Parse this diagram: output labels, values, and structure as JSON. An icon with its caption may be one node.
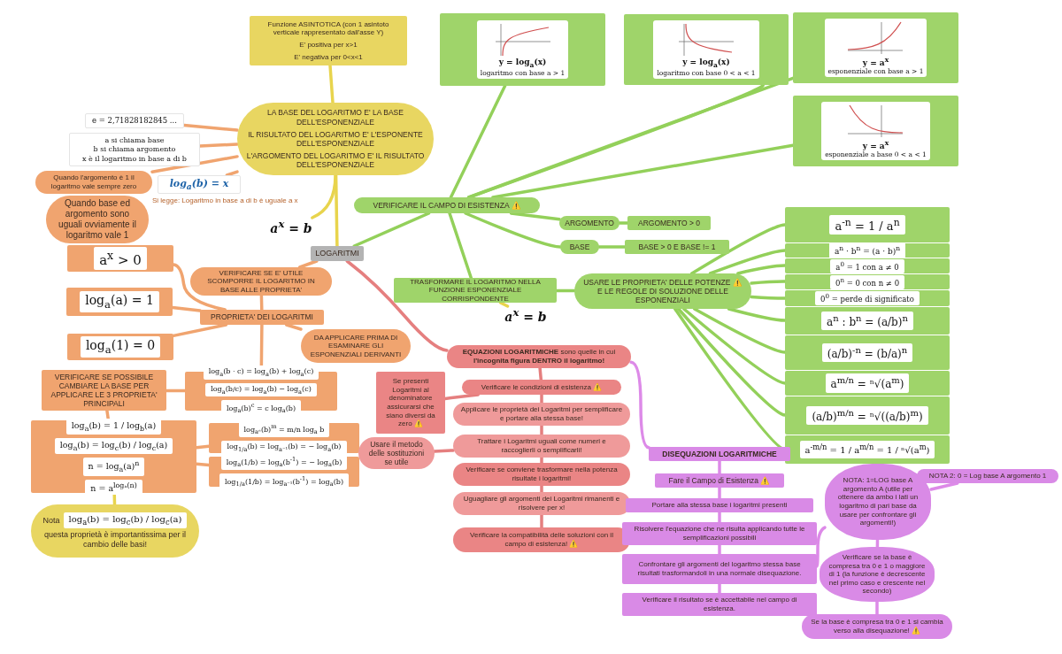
{
  "diagram": {
    "nodes": [
      {
        "text": [
          "Funzione ASINTOTICA (con 1 asintoto verticale rappresentato dall'asse Y)",
          "E' positiva per x>1",
          "E' negativa per 0<x<1"
        ]
      },
      {
        "text": [
          "LA BASE DEL LOGARITMO E' LA BASE DELL'ESPONENZIALE",
          "IL RISULTATO DEL LOGARITMO E' L'ESPONENTE DELL'ESPONENZIALE",
          "L'ARGOMENTO DEL LOGARITMO E' IL RISULTATO DELL'ESPONENZIALE"
        ]
      },
      {
        "text": [
          "e = 2,71828182845 ..."
        ]
      },
      {
        "text": [
          "a si chiama base",
          "b si chiama argomento",
          "x è il logaritmo in base a di b"
        ]
      },
      {
        "text": [
          "Quando l'argomento è 1 il logaritmo vale sempre zero"
        ]
      },
      {
        "text": [
          "Quando base ed argomento sono uguali ovviamente il logaritmo vale 1"
        ]
      },
      {
        "text": [
          "log$_{a}$(b) = x"
        ],
        "beside": [
          "Si legge: Logaritmo in base a di b è uguale a x"
        ]
      },
      {
        "text": [
          "a$^{x}$ = b"
        ]
      },
      {
        "text": [
          "LOGARITMI"
        ]
      },
      {
        "text": [
          "VERIFICARE SE E' UTILE SCOMPORRE IL LOGARITMO IN BASE ALLE PROPRIETA'"
        ]
      },
      {
        "text": [
          "PROPRIETA' DEI LOGARITMI"
        ]
      },
      {
        "text": [
          "a$^{x}$ > 0"
        ]
      },
      {
        "text": [
          "log$_{a}$(a) = 1"
        ]
      },
      {
        "text": [
          "log$_{a}$(1) = 0"
        ]
      },
      {
        "text": [
          "DA APPLICARE PRIMA DI ESAMINARE GLI ESPONENZIALI DERIVANTI"
        ]
      },
      {
        "text": [
          "log$_{a}$(b · c) = log$_{a}$(b) + log$_{a}$(c)",
          "log$_{a}$(b/c) = log$_{a}$(b) − log$_{a}$(c)",
          "log$_{a}$(b)$^{c}$ = c log$_{a}$(b)"
        ]
      },
      {
        "text": [
          "VERIFICARE SE POSSIBILE CAMBIARE LA BASE PER APPLICARE LE 3 PROPRIETA' PRINCIPALI"
        ]
      },
      {
        "text": [
          "log$_{a}$(b) = 1 / log$_{b}$(a)",
          "log$_{a}$(b) = log$_{c}$(b) / log$_{c}$(a)",
          "n = log$_{a}$(a)$^{n}$",
          "n = a$^{logₐ(n)}$"
        ]
      },
      {
        "text": [
          "log$_{aⁿ}$(b)$^{m}$ = m/n log$_{a}$ b",
          "log$_{1/a}$(b) = log$_{a⁻¹}$(b) = − log$_{a}$(b)"
        ]
      },
      {
        "text": [
          "log$_{a}$(1/b) = log$_{a}$(b$^{-1}$) = − log$_{a}$(b)",
          "log$_{1/a}$(1/b) = log$_{a⁻¹}$(b$^{-1}$) = log$_{a}$(b)"
        ]
      },
      {
        "text": [
          "Nota",
          "log$_{a}$(b) = log$_{c}$(b) / log$_{c}$(a)",
          "questa proprietà è importantissima per il cambio delle basi!"
        ]
      },
      {
        "text": [
          "VERIFICARE IL CAMPO DI ESISTENZA ⚠️"
        ]
      },
      {
        "text": [
          "y = log$_{a}$(x)",
          "logaritmo con base a > 1"
        ]
      },
      {
        "text": [
          "y = log$_{a}$(x)",
          "logaritmo con base 0 < a < 1"
        ]
      },
      {
        "text": [
          "y = a$^{x}$",
          "esponenziale con base a > 1"
        ]
      },
      {
        "text": [
          "y = a$^{x}$",
          "esponenziale a base 0 < a < 1"
        ]
      },
      {
        "text": [
          "ARGOMENTO"
        ]
      },
      {
        "text": [
          "ARGOMENTO > 0"
        ]
      },
      {
        "text": [
          "BASE"
        ]
      },
      {
        "text": [
          "BASE > 0 E BASE != 1"
        ]
      },
      {
        "text": [
          "TRASFORMARE IL LOGARITMO NELLA FUNZIONE ESPONENZIALE CORRISPONDENTE"
        ]
      },
      {
        "text": [
          "a$^{x}$ = b"
        ]
      },
      {
        "text": [
          "USARE LE PROPRIETA' DELLE POTENZE ⚠️ E LE REGOLE DI SOLUZIONE DELLE ESPONENZIALI"
        ]
      },
      {
        "text": [
          "a$^{-n}$ = 1 / a$^{n}$"
        ]
      },
      {
        "text": [
          "a$^{n}$ · b$^{n}$ = (a · b)$^{n}$"
        ]
      },
      {
        "text": [
          "a$^{0}$ = 1 con a ≠ 0"
        ]
      },
      {
        "text": [
          "0$^{n}$ = 0 con n ≠ 0"
        ]
      },
      {
        "text": [
          "0$^{0}$ = perde di significato"
        ]
      },
      {
        "text": [
          "a$^{n}$ : b$^{n}$ = (a/b)$^{n}$"
        ]
      },
      {
        "text": [
          "(a/b)$^{-n}$ = (b/a)$^{n}$"
        ]
      },
      {
        "text": [
          "a$^{m/n}$ = ⁿ√(a$^{m}$)"
        ]
      },
      {
        "text": [
          "(a/b)$^{m/n}$ = ⁿ√((a/b)$^{m}$)"
        ]
      },
      {
        "text": [
          "a$^{-m/n}$ = 1 / a$^{m/n}$ = 1 / ⁿ√(a$^{m}$)"
        ]
      },
      {
        "text": [
          "**EQUAZIONI LOGARITMICHE** sono quelle in cui **l'incognita figura DENTRO il logaritmo!**"
        ]
      },
      {
        "text": [
          "Verificare le condizioni di esistenza ⚠️"
        ]
      },
      {
        "text": [
          "Se presenti Logaritmi al denominatore assicurarsi che siano diversi da zero ⚠️"
        ]
      },
      {
        "text": [
          "Applicare le proprietà dei Logaritmi per semplificare e portare alla stessa base!"
        ]
      },
      {
        "text": [
          "Usare il metodo delle sostituzioni se utile"
        ]
      },
      {
        "text": [
          "Trattare i Logaritmi uguali come numeri e raccoglierli o semplificarli!"
        ]
      },
      {
        "text": [
          "Verificare se conviene trasformare nella potenza risultate i logaritmi!"
        ]
      },
      {
        "text": [
          "Uguagliare gli argomenti dei Logaritmi rimanenti e risolvere per x!"
        ]
      },
      {
        "text": [
          "Verificare la compatibilità delle soluzioni con il campo di esistenza! ⚠️"
        ]
      },
      {
        "text": [
          "DISEQUAZIONI LOGARITMICHE"
        ]
      },
      {
        "text": [
          "Fare il Campo di Esistenza ⚠️"
        ]
      },
      {
        "text": [
          "Portare alla stessa base i logaritmi presenti"
        ]
      },
      {
        "text": [
          "Risolvere l'equazione che ne risulta applicando tutte le semplificazioni possibili"
        ]
      },
      {
        "text": [
          "Confrontare gli argomenti del logaritmo stessa base risultati trasformandoli in una normale disequazione."
        ]
      },
      {
        "text": [
          "Verificare il risultato se è accettabile nel campo di esistenza."
        ]
      },
      {
        "text": [
          "NOTA: 1=LOG base A argomento A (utile per ottenere da ambo i lati un logaritmo di pari base da usare per confrontare gli argomenti!)"
        ]
      },
      {
        "text": [
          "NOTA 2: 0 = Log base A argomento 1"
        ]
      },
      {
        "text": [
          "Verificare se la base è compresa tra 0 e 1 o maggiore di 1 (la funzione è decrescente nel primo caso e crescente nel secondo)"
        ]
      },
      {
        "text": [
          "Se la base è compresa tra 0 e 1 si cambia verso alla disequazione! ⚠️"
        ]
      }
    ],
    "edges": [
      {
        "from": 1,
        "to": 0,
        "arrow": "none",
        "color": "#e8d44d"
      },
      {
        "from": 8,
        "to": 1,
        "arrow": "none",
        "color": "#e8d44d"
      },
      {
        "from": 1,
        "to": 2,
        "arrow": "none",
        "color": "#f0a46f"
      },
      {
        "from": 1,
        "to": 3,
        "arrow": "none",
        "color": "#f0a46f"
      },
      {
        "from": 1,
        "to": 4,
        "arrow": "none",
        "color": "#f0a46f"
      },
      {
        "from": 1,
        "to": 6,
        "arrow": "none",
        "color": "#f0a46f"
      },
      {
        "from": 1,
        "to": 7,
        "arrow": "none",
        "color": "#e8d44d"
      },
      {
        "from": 8,
        "to": 9,
        "arrow": "none",
        "color": "#f0a46f"
      },
      {
        "from": 9,
        "to": 10,
        "arrow": "none",
        "color": "#f0a46f"
      },
      {
        "from": 10,
        "to": 11,
        "arrow": "none",
        "color": "#f0a46f"
      },
      {
        "from": 10,
        "to": 12,
        "arrow": "none",
        "color": "#f0a46f"
      },
      {
        "from": 10,
        "to": 13,
        "arrow": "none",
        "color": "#f0a46f"
      },
      {
        "from": 10,
        "to": 14,
        "arrow": "none",
        "color": "#f0a46f"
      },
      {
        "from": 10,
        "to": 15,
        "arrow": "none",
        "color": "#f0a46f"
      },
      {
        "from": 15,
        "to": 16,
        "arrow": "none",
        "color": "#f0a46f"
      },
      {
        "from": 16,
        "to": 17,
        "arrow": "none",
        "color": "#f0a46f"
      },
      {
        "from": 17,
        "to": 18,
        "arrow": "none",
        "color": "#f0a46f"
      },
      {
        "from": 17,
        "to": 19,
        "arrow": "none",
        "color": "#f0a46f"
      },
      {
        "from": 17,
        "to": 20,
        "arrow": "none",
        "color": "#e8d44d"
      },
      {
        "from": 8,
        "to": 21,
        "arrow": "none"
      },
      {
        "from": 21,
        "to": 22,
        "arrow": "none"
      },
      {
        "from": 21,
        "to": 23,
        "arrow": "none"
      },
      {
        "from": 21,
        "to": 24,
        "arrow": "none"
      },
      {
        "from": 21,
        "to": 25,
        "arrow": "none"
      },
      {
        "from": 21,
        "to": 26,
        "arrow": "none"
      },
      {
        "from": 26,
        "to": 27,
        "arrow": "none"
      },
      {
        "from": 21,
        "to": 28,
        "arrow": "none"
      },
      {
        "from": 28,
        "to": 29,
        "arrow": "none"
      },
      {
        "from": 21,
        "to": 30,
        "arrow": "none"
      },
      {
        "from": 30,
        "to": 31,
        "arrow": "none",
        "color": "#e8d44d"
      },
      {
        "from": 30,
        "to": 32,
        "arrow": "none"
      },
      {
        "from": 32,
        "to": 33,
        "arrow": "none"
      },
      {
        "from": 32,
        "to": 34,
        "arrow": "none"
      },
      {
        "from": 32,
        "to": 35,
        "arrow": "none"
      },
      {
        "from": 32,
        "to": 36,
        "arrow": "none"
      },
      {
        "from": 32,
        "to": 37,
        "arrow": "none"
      },
      {
        "from": 32,
        "to": 38,
        "arrow": "none"
      },
      {
        "from": 32,
        "to": 39,
        "arrow": "none"
      },
      {
        "from": 32,
        "to": 40,
        "arrow": "none"
      },
      {
        "from": 32,
        "to": 41,
        "arrow": "none"
      },
      {
        "from": 32,
        "to": 42,
        "arrow": "none"
      },
      {
        "from": 8,
        "to": 43,
        "arrow": "none",
        "color": "#e57f7f"
      },
      {
        "from": 43,
        "to": 44,
        "arrow": "none",
        "color": "#e57f7f"
      },
      {
        "from": 44,
        "to": 45,
        "arrow": "none",
        "color": "#e57f7f"
      },
      {
        "from": 44,
        "to": 46,
        "arrow": "none",
        "color": "#e57f7f"
      },
      {
        "from": 46,
        "to": 48,
        "arrow": "none",
        "color": "#e57f7f"
      },
      {
        "from": 48,
        "to": 47,
        "arrow": "none",
        "color": "#e57f7f"
      },
      {
        "from": 48,
        "to": 49,
        "arrow": "none",
        "color": "#e57f7f"
      },
      {
        "from": 49,
        "to": 50,
        "arrow": "none",
        "color": "#e57f7f"
      },
      {
        "from": 50,
        "to": 51,
        "arrow": "none",
        "color": "#e57f7f"
      },
      {
        "from": 43,
        "to": 52,
        "arrow": "none",
        "color": "#dd8ae8"
      },
      {
        "from": 52,
        "to": 53,
        "arrow": "none",
        "color": "#dd8ae8"
      },
      {
        "from": 53,
        "to": 54,
        "arrow": "none",
        "color": "#dd8ae8"
      },
      {
        "from": 54,
        "to": 55,
        "arrow": "none",
        "color": "#dd8ae8"
      },
      {
        "from": 55,
        "to": 56,
        "arrow": "none",
        "color": "#dd8ae8"
      },
      {
        "from": 56,
        "to": 57,
        "arrow": "none",
        "color": "#dd8ae8"
      },
      {
        "from": 56,
        "to": 58,
        "arrow": "none",
        "color": "#dd8ae8"
      },
      {
        "from": 58,
        "to": 59,
        "arrow": "none",
        "color": "#dd8ae8"
      },
      {
        "from": 58,
        "to": 60,
        "arrow": "none",
        "color": "#dd8ae8"
      },
      {
        "from": 60,
        "to": 61,
        "arrow": "none",
        "color": "#dd8ae8"
      }
    ]
  }
}
